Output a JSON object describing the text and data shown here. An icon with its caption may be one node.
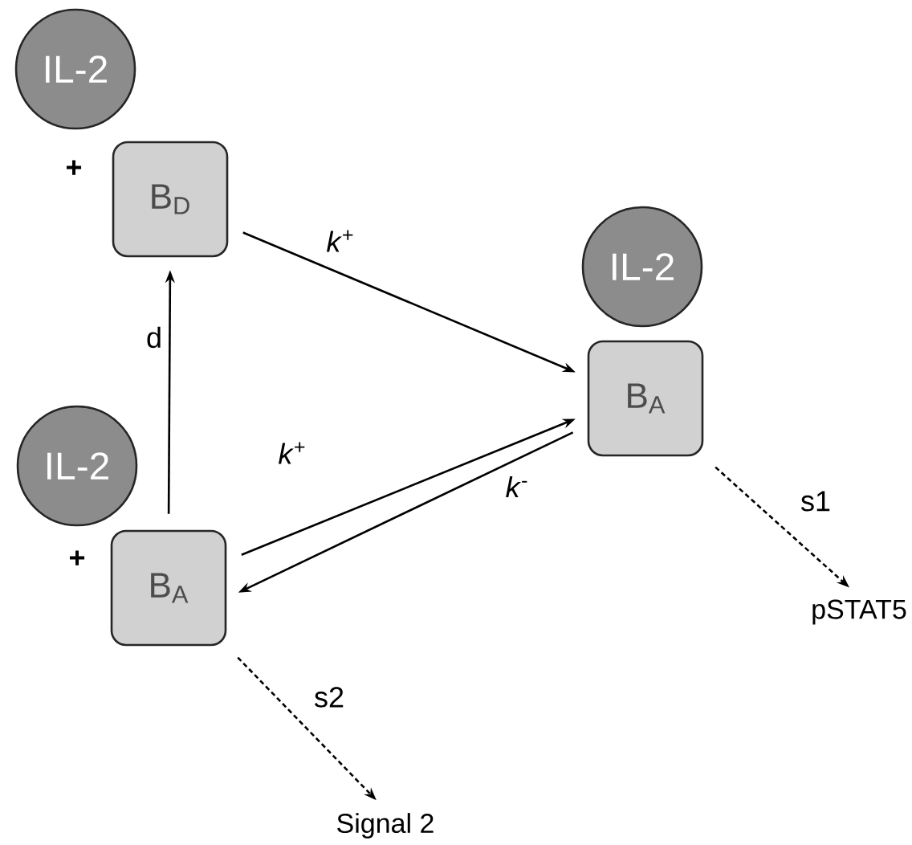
{
  "diagram": {
    "nodes": [
      {
        "text": [
          "IL-2"
        ]
      },
      {
        "text": [
          "B$_{D}$"
        ]
      },
      {
        "text": [
          "IL-2"
        ]
      },
      {
        "text": [
          "B$_{A}$"
        ]
      },
      {
        "text": [
          "IL-2"
        ]
      },
      {
        "text": [
          "B$_{A}$"
        ]
      },
      {
        "text": [
          "pSTAT5"
        ]
      },
      {
        "text": [
          "Signal 2"
        ]
      }
    ],
    "edges": [
      {
        "from": 5,
        "to": 1,
        "arrow": "to",
        "label": "d"
      },
      {
        "from": 1,
        "to": 3,
        "arrow": "to",
        "label": "*k*$^{+}$"
      },
      {
        "from": 5,
        "to": 3,
        "arrow": "to",
        "label": "*k*$^{+}$"
      },
      {
        "from": 3,
        "to": 5,
        "arrow": "to",
        "label": "*k*$^{-}$"
      },
      {
        "from": 3,
        "to": 6,
        "arrow": "to",
        "label": "s1",
        "style": "dashed"
      },
      {
        "from": 5,
        "to": 7,
        "arrow": "to",
        "label": "s2",
        "style": "dashed"
      }
    ],
    "labels": [
      "+",
      "+"
    ]
  }
}
